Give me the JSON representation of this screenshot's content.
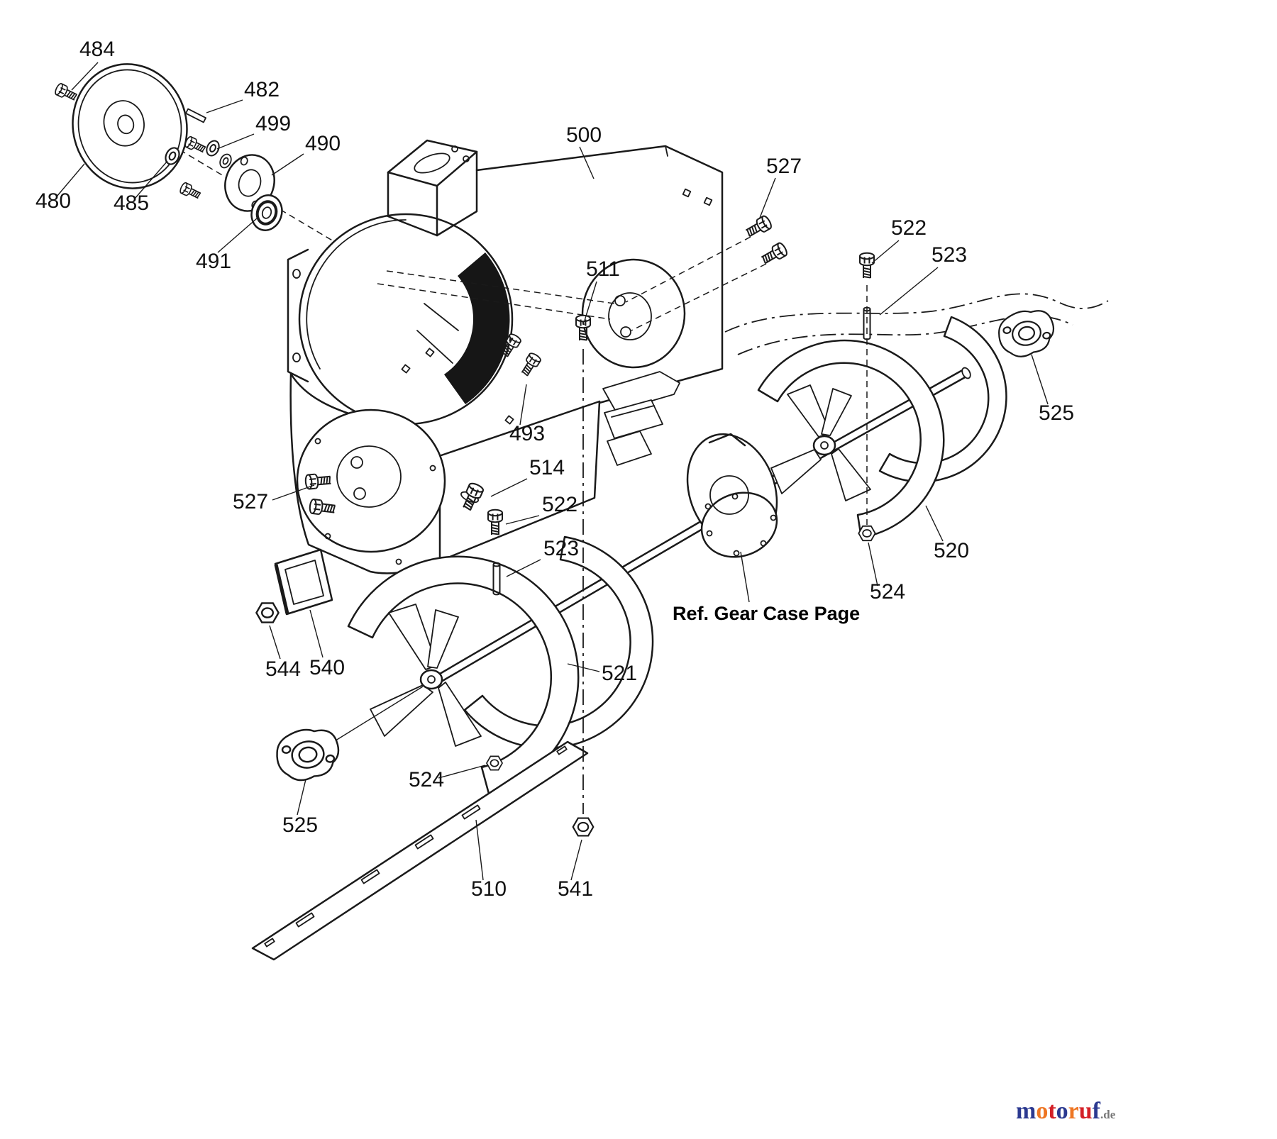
{
  "diagram": {
    "kind": "exploded-parts-diagram",
    "ink": "#1a1a1a",
    "note": "Ref. Gear Case Page",
    "callouts": {
      "c480": "480",
      "c482": "482",
      "c484": "484",
      "c485": "485",
      "c490": "490",
      "c491": "491",
      "c493": "493",
      "c499": "499",
      "c500": "500",
      "c510": "510",
      "c511": "511",
      "c514": "514",
      "c520": "520",
      "c521": "521",
      "c522a": "522",
      "c522b": "522",
      "c523a": "523",
      "c523b": "523",
      "c524a": "524",
      "c524b": "524",
      "c525a": "525",
      "c525b": "525",
      "c527a": "527",
      "c527b": "527",
      "c540": "540",
      "c541": "541",
      "c544": "544"
    }
  },
  "watermark": {
    "letters": [
      "m",
      "o",
      "t",
      "o",
      "r",
      "u",
      "f"
    ],
    "tld": ".de",
    "colors": [
      "#2b3990",
      "#ee7623",
      "#d42027",
      "#2b3990",
      "#ee7623",
      "#d42027",
      "#2b3990"
    ]
  }
}
